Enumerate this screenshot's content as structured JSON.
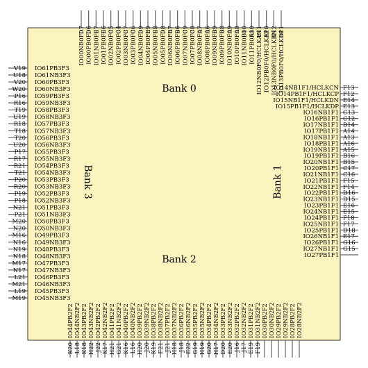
{
  "chip": {
    "body_color": "#fbf4bf",
    "pin_color": "#606060",
    "banks": {
      "top": "Bank 0",
      "right": "Bank 1",
      "bottom": "Bank 2",
      "left": "Bank 3"
    },
    "pins_top": {
      "balls": [
        "D7",
        "D6",
        "E7",
        "E6",
        "C5",
        "C4",
        "C7",
        "C6",
        "D9",
        "E9",
        "E8",
        "D8",
        "B7",
        "B6",
        "C9",
        "C8",
        "A7",
        "A6",
        "B9",
        "B8",
        "A9",
        "A8",
        "B10",
        "A10",
        "E11",
        "E10",
        "D12",
        "D11"
      ],
      "names": [
        "IO00NB0F0",
        "IO00PB0F0",
        "IO01NB0F0",
        "IO01PB0F0",
        "IO02NB0F0",
        "IO02PB0F0",
        "IO03NB0F0",
        "IO03PB0F0",
        "IO04NB0F0",
        "IO04PB0F0",
        "IO05NB0F0",
        "IO05PB0F0",
        "IO06NB0F0",
        "IO06PB0F0",
        "IO07NB0F0",
        "IO07PB0F0",
        "IO08NB0F0",
        "IO08PB0F0",
        "IO09NB0F0",
        "IO09PB0F0",
        "IO10NB0F0",
        "IO10PB0F0",
        "IO11NB0F0",
        "IO11PB0F0",
        "IO12NB0F0/HCLKAN",
        "IO12PB0F0/HCLKAP",
        "IO13NB0F0/HCLKBN",
        "IO13PB0F0/HCLKBP"
      ]
    },
    "pins_right": {
      "balls": [
        "F13",
        "F12",
        "E14",
        "E13",
        "C13",
        "C12",
        "B14",
        "A14",
        "A13",
        "A16",
        "A15",
        "B16",
        "B15",
        "C17",
        "C16",
        "F15",
        "F14",
        "D16",
        "D15",
        "E16",
        "E15",
        "F18",
        "F17",
        "D18",
        "E17",
        "G16",
        "G15"
      ],
      "names": [
        "IO14NB1F1/HCLKCN",
        "IO14PB1F1/HCLKCP",
        "IO15NB1F1/HCLKDN",
        "IO15PB1F1/HCLKDP",
        "IO16NB1F1",
        "IO16PB1F1",
        "IO17NB1F1",
        "IO17PB1F1",
        "IO18NB1F1",
        "IO18PB1F1",
        "IO19NB1F1",
        "IO19PB1F1",
        "IO20NB1F1",
        "IO20PB1F1",
        "IO21NB1F1",
        "IO21PB1F1",
        "IO22NB1F1",
        "IO22PB1F1",
        "IO23NB1F1",
        "IO23PB1F1",
        "IO24NB1F1",
        "IO24PB1F1",
        "IO25NB1F1",
        "IO25PB1F1",
        "IO26NB1F1",
        "IO26PB1F1",
        "IO27NB1F1",
        "IO27PB1F1"
      ]
    },
    "pins_bottom": {
      "balls": [
        "K20",
        "L18",
        "K18",
        "H22",
        "J22",
        "K17",
        "H21",
        "G21",
        "K16",
        "L16",
        "H20",
        "J20",
        "K19",
        "F21",
        "J21",
        "H18",
        "J18",
        "E22",
        "G19",
        "H19",
        "G20",
        "H17",
        "D20",
        "E20",
        "J16",
        "J17",
        "E19",
        "F19"
      ],
      "names": [
        "IO44PB2F2",
        "IO44NB2F2",
        "IO43PB2F2",
        "IO43NB2F2",
        "IO42PB2F2",
        "IO42NB2F2",
        "IO41PB2F2",
        "IO41NB2F2",
        "IO40PB2F2",
        "IO40NB2F2",
        "IO39PB2F2",
        "IO39NB2F2",
        "IO38PB2F2",
        "IO38NB2F2",
        "IO37PB2F2",
        "IO37NB2F2",
        "IO36PB2F2",
        "IO36NB2F2",
        "IO35PB2F2",
        "IO35NB2F2",
        "IO34PB2F2",
        "IO34NB2F2",
        "IO33PB2F2",
        "IO33NB2F2",
        "IO32PB2F2",
        "IO32NB2F2",
        "IO31PB2F2",
        "IO31NB2F2",
        "IO30PB2F2",
        "IO30NB2F2",
        "IO29PB2F2",
        "IO29NB2F2",
        "IO28PB2F2",
        "IO28NB2F2"
      ]
    },
    "pins_left": {
      "balls": [
        "V19",
        "U18",
        "V20",
        "W20",
        "P16",
        "R16",
        "T19",
        "U19",
        "R18",
        "T18",
        "T20",
        "U20",
        "P17",
        "R17",
        "R21",
        "T21",
        "P20",
        "R20",
        "P19",
        "P18",
        "N21",
        "P21",
        "M20",
        "N20",
        "M16",
        "N16",
        "N19",
        "N18",
        "M17",
        "N17",
        "L21",
        "M21",
        "L19",
        "M19"
      ],
      "names": [
        "IO61PB3F3",
        "IO61NB3F3",
        "IO60PB3F3",
        "IO60NB3F3",
        "IO59PB3F3",
        "IO59NB3F3",
        "IO58PB3F3",
        "IO58NB3F3",
        "IO57PB3F3",
        "IO57NB3F3",
        "IO56PB3F3",
        "IO56NB3F3",
        "IO55PB3F3",
        "IO55NB3F3",
        "IO54PB3F3",
        "IO54NB3F3",
        "IO53PB3F3",
        "IO53NB3F3",
        "IO52PB3F3",
        "IO52NB3F3",
        "IO51PB3F3",
        "IO51NB3F3",
        "IO50PB3F3",
        "IO50NB3F3",
        "IO49PB3F3",
        "IO49NB3F3",
        "IO48PB3F3",
        "IO48NB3F3",
        "IO47PB3F3",
        "IO47NB3F3",
        "IO46PB3F3",
        "IO46NB3F3",
        "IO45PB3F3",
        "IO45NB3F3"
      ]
    }
  }
}
